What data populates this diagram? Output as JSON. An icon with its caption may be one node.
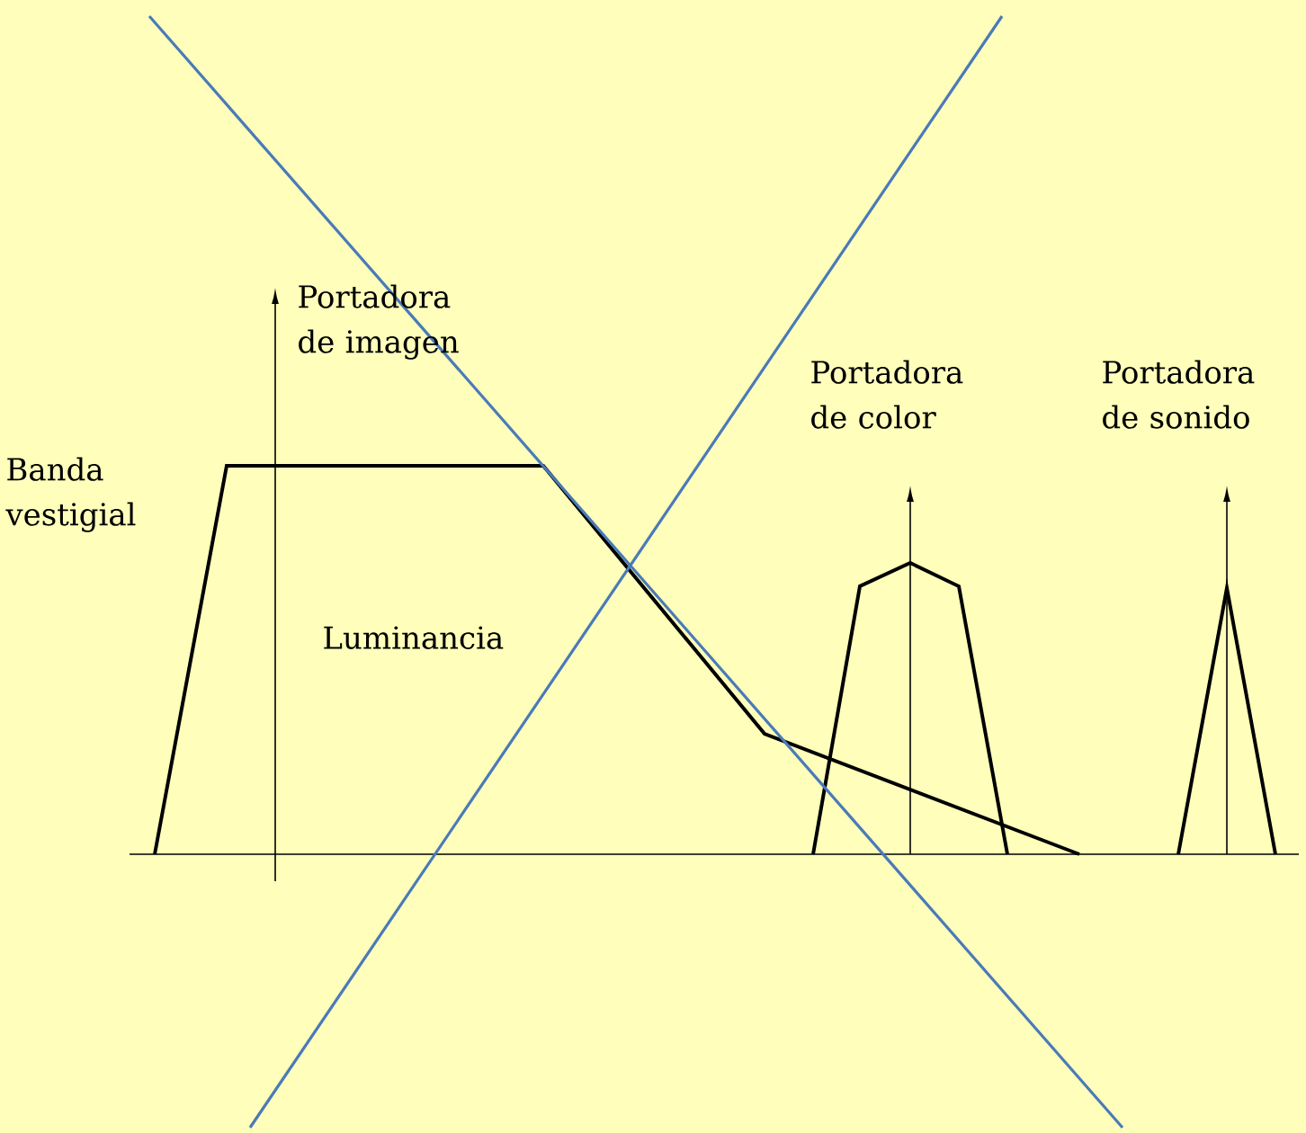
{
  "diagram": {
    "labels": [
      "Portadora de imagen",
      "Portadora de color",
      "Portadora de sonido",
      "Banda vestigial",
      "Luminancia"
    ]
  }
}
